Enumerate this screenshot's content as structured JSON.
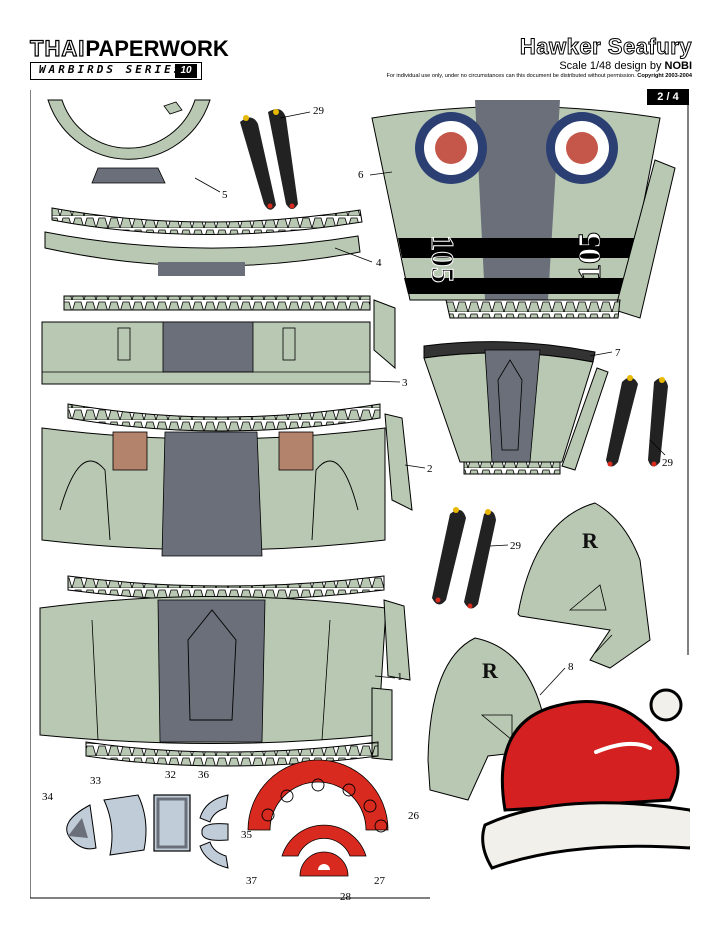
{
  "header": {
    "brand_thai": "THAI",
    "brand_paperwork": "PAPERWORK",
    "series_label": "WARBIRDS SERIES",
    "series_number": "10",
    "title": "Hawker Seafury",
    "scale_prefix": "Scale 1/48 design by ",
    "designer": "NOBI",
    "notice": "For individual use only, under no circumstances can this document be distributed without permission.",
    "copyright": "Copyright 2003-2004"
  },
  "page_indicator": "2 / 4",
  "part_numbers": {
    "p1": "1",
    "p2": "2",
    "p3": "3",
    "p4": "4",
    "p5": "5",
    "p6": "6",
    "p7": "7",
    "p8": "8",
    "p26": "26",
    "p27": "27",
    "p28": "28",
    "p29": "29",
    "p32": "32",
    "p33": "33",
    "p34": "34",
    "p35": "35",
    "p36": "36",
    "p37": "37"
  },
  "fuselage_code": "105",
  "rudder_letter": "R",
  "colors": {
    "sea_green": "#b9c8b2",
    "dark_grey": "#6a6f79",
    "roundel_blue": "#2b3f73",
    "roundel_red": "#c4574a",
    "canopy_blue": "#c1ccd9",
    "red_part": "#d92a1f",
    "propeller": "#222222",
    "prop_tip": "#e8b800",
    "santa_hat_red": "#d42020",
    "santa_hat_white": "#f2f0ea"
  },
  "icons": [
    "santa-hat-icon"
  ]
}
